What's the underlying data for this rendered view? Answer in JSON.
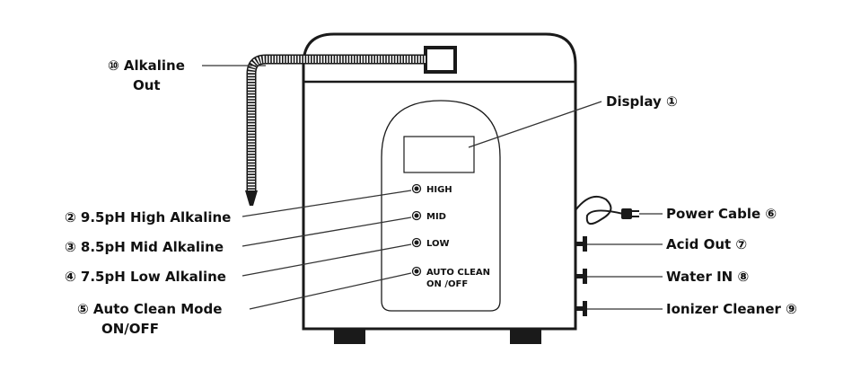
{
  "labels": {
    "display": "Display ①",
    "high": "② 9.5pH High Alkaline",
    "mid": "③ 8.5pH Mid Alkaline",
    "low": "④ 7.5pH Low Alkaline",
    "auto_clean_line1": "⑤ Auto Clean Mode",
    "auto_clean_line2": "ON/OFF",
    "power_cable": "Power Cable ⑥",
    "acid_out": "Acid Out ⑦",
    "water_in": "Water IN ⑧",
    "ionizer_cleaner": "Ionizer Cleaner ⑨",
    "alkaline_out_line1": "⑩ Alkaline",
    "alkaline_out_line2": "Out"
  },
  "buttons": {
    "high": "HIGH",
    "mid": "MID",
    "low": "LOW",
    "auto_clean_line1": "AUTO CLEAN",
    "auto_clean_line2": "ON /OFF"
  },
  "colors": {
    "outline": "#1a1a1a",
    "body_fill": "#ffffff",
    "feet": "#1a1a1a",
    "leader_line": "#333333"
  }
}
